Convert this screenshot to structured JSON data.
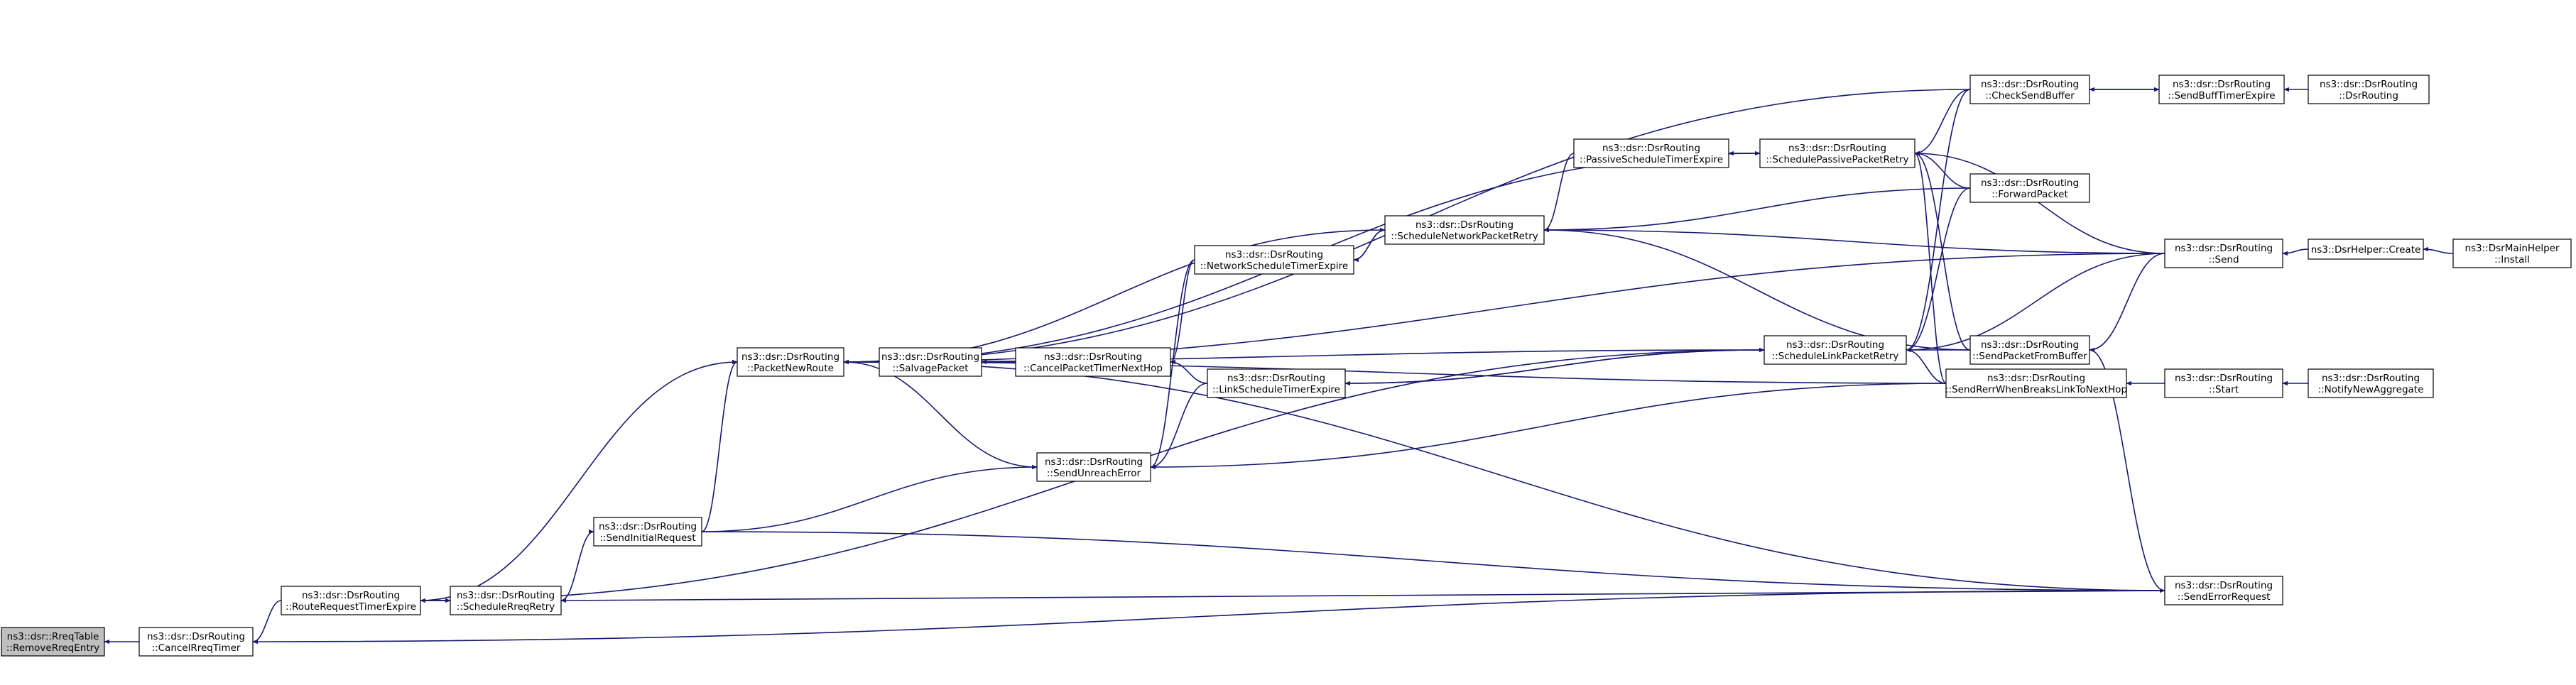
{
  "diagram": {
    "type": "doxygen-caller-graph",
    "edge_color": "#191970",
    "root_fill": "#bfbfbf",
    "nodes": [
      {
        "id": "n0",
        "lines": [
          "ns3::dsr::RreqTable",
          "::RemoveRreqEntry"
        ],
        "root": true
      },
      {
        "id": "n1",
        "lines": [
          "ns3::dsr::DsrRouting",
          "::CancelRreqTimer"
        ]
      },
      {
        "id": "n2",
        "lines": [
          "ns3::dsr::DsrRouting",
          "::RouteRequestTimerExpire"
        ]
      },
      {
        "id": "n3",
        "lines": [
          "ns3::dsr::DsrRouting",
          "::ScheduleRreqRetry"
        ]
      },
      {
        "id": "n4",
        "lines": [
          "ns3::dsr::DsrRouting",
          "::SendInitialRequest"
        ]
      },
      {
        "id": "n5",
        "lines": [
          "ns3::dsr::DsrRouting",
          "::PacketNewRoute"
        ]
      },
      {
        "id": "n6",
        "lines": [
          "ns3::dsr::DsrRouting",
          "::SalvagePacket"
        ]
      },
      {
        "id": "n7",
        "lines": [
          "ns3::dsr::DsrRouting",
          "::CancelPacketTimerNextHop"
        ]
      },
      {
        "id": "n8",
        "lines": [
          "ns3::dsr::DsrRouting",
          "::NetworkScheduleTimerExpire"
        ]
      },
      {
        "id": "n9",
        "lines": [
          "ns3::dsr::DsrRouting",
          "::LinkScheduleTimerExpire"
        ]
      },
      {
        "id": "n10",
        "lines": [
          "ns3::dsr::DsrRouting",
          "::SendUnreachError"
        ]
      },
      {
        "id": "n11",
        "lines": [
          "ns3::dsr::DsrRouting",
          "::ScheduleNetworkPacketRetry"
        ]
      },
      {
        "id": "n12",
        "lines": [
          "ns3::dsr::DsrRouting",
          "::PassiveScheduleTimerExpire"
        ]
      },
      {
        "id": "n13",
        "lines": [
          "ns3::dsr::DsrRouting",
          "::SchedulePassivePacketRetry"
        ]
      },
      {
        "id": "n14",
        "lines": [
          "ns3::dsr::DsrRouting",
          "::ScheduleLinkPacketRetry"
        ]
      },
      {
        "id": "n15",
        "lines": [
          "ns3::dsr::DsrRouting",
          "::CheckSendBuffer"
        ]
      },
      {
        "id": "n16",
        "lines": [
          "ns3::dsr::DsrRouting",
          "::ForwardPacket"
        ]
      },
      {
        "id": "n17",
        "lines": [
          "ns3::dsr::DsrRouting",
          "::SendPacketFromBuffer"
        ]
      },
      {
        "id": "n18",
        "lines": [
          "ns3::dsr::DsrRouting",
          "::SendRerrWhenBreaksLinkToNextHop"
        ]
      },
      {
        "id": "n19",
        "lines": [
          "ns3::dsr::DsrRouting",
          "::SendBuffTimerExpire"
        ]
      },
      {
        "id": "n20",
        "lines": [
          "ns3::dsr::DsrRouting",
          "::Send"
        ]
      },
      {
        "id": "n21",
        "lines": [
          "ns3::dsr::DsrRouting",
          "::Start"
        ]
      },
      {
        "id": "n22",
        "lines": [
          "ns3::dsr::DsrRouting",
          "::SendErrorRequest"
        ]
      },
      {
        "id": "n23",
        "lines": [
          "ns3::dsr::DsrRouting",
          "::DsrRouting"
        ]
      },
      {
        "id": "n24",
        "lines": [
          "ns3::DsrHelper::Create"
        ]
      },
      {
        "id": "n25",
        "lines": [
          "ns3::dsr::DsrRouting",
          "::NotifyNewAggregate"
        ]
      },
      {
        "id": "n26",
        "lines": [
          "ns3::DsrMainHelper",
          "::Install"
        ]
      }
    ],
    "edges": [
      {
        "from": "n1",
        "to": "n0"
      },
      {
        "from": "n2",
        "to": "n1"
      },
      {
        "from": "n22",
        "to": "n1"
      },
      {
        "from": "n3",
        "to": "n2"
      },
      {
        "from": "n2",
        "to": "n3"
      },
      {
        "from": "n22",
        "to": "n3"
      },
      {
        "from": "n3",
        "to": "n4"
      },
      {
        "from": "n2",
        "to": "n5"
      },
      {
        "from": "n4",
        "to": "n5"
      },
      {
        "from": "n10",
        "to": "n5"
      },
      {
        "from": "n11",
        "to": "n5"
      },
      {
        "from": "n13",
        "to": "n5"
      },
      {
        "from": "n14",
        "to": "n5"
      },
      {
        "from": "n15",
        "to": "n5"
      },
      {
        "from": "n18",
        "to": "n5"
      },
      {
        "from": "n20",
        "to": "n5"
      },
      {
        "from": "n22",
        "to": "n5"
      },
      {
        "from": "n6",
        "to": "n5"
      },
      {
        "from": "n7",
        "to": "n6"
      },
      {
        "from": "n9",
        "to": "n7"
      },
      {
        "from": "n8",
        "to": "n7"
      },
      {
        "from": "n11",
        "to": "n8"
      },
      {
        "from": "n14",
        "to": "n9"
      },
      {
        "from": "n4",
        "to": "n10"
      },
      {
        "from": "n18",
        "to": "n10"
      },
      {
        "from": "n8",
        "to": "n10"
      },
      {
        "from": "n9",
        "to": "n10"
      },
      {
        "from": "n8",
        "to": "n11"
      },
      {
        "from": "n12",
        "to": "n11"
      },
      {
        "from": "n16",
        "to": "n11"
      },
      {
        "from": "n20",
        "to": "n11"
      },
      {
        "from": "n17",
        "to": "n11"
      },
      {
        "from": "n13",
        "to": "n12"
      },
      {
        "from": "n12",
        "to": "n13"
      },
      {
        "from": "n15",
        "to": "n13"
      },
      {
        "from": "n16",
        "to": "n13"
      },
      {
        "from": "n17",
        "to": "n13"
      },
      {
        "from": "n18",
        "to": "n13"
      },
      {
        "from": "n20",
        "to": "n13"
      },
      {
        "from": "n9",
        "to": "n14"
      },
      {
        "from": "n17",
        "to": "n14"
      },
      {
        "from": "n15",
        "to": "n14"
      },
      {
        "from": "n16",
        "to": "n14"
      },
      {
        "from": "n18",
        "to": "n14"
      },
      {
        "from": "n20",
        "to": "n14"
      },
      {
        "from": "n2",
        "to": "n14"
      },
      {
        "from": "n19",
        "to": "n15"
      },
      {
        "from": "n15",
        "to": "n19"
      },
      {
        "from": "n23",
        "to": "n19"
      },
      {
        "from": "n20",
        "to": "n17"
      },
      {
        "from": "n22",
        "to": "n17"
      },
      {
        "from": "n24",
        "to": "n20"
      },
      {
        "from": "n26",
        "to": "n24"
      },
      {
        "from": "n21",
        "to": "n18"
      },
      {
        "from": "n25",
        "to": "n21"
      },
      {
        "from": "n4",
        "to": "n22"
      }
    ]
  }
}
